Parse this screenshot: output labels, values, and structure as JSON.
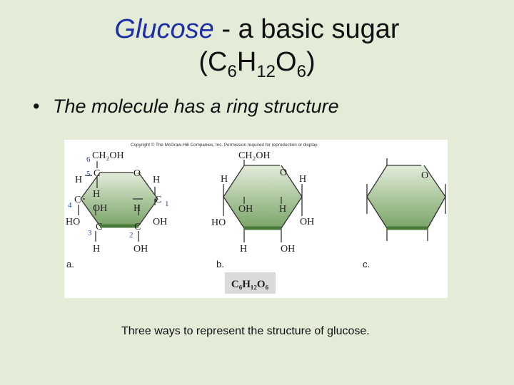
{
  "title": {
    "word": "Glucose",
    "rest": " - a basic sugar",
    "formula_open": "(C",
    "sub_c": "6",
    "h": "H",
    "sub_h": "12",
    "o": "O",
    "sub_o": "6",
    "formula_close": ")"
  },
  "bullet": {
    "marker": "•",
    "text": "The molecule has a ring structure"
  },
  "figure": {
    "copyright": "Copyright © The McGraw-Hill Companies, Inc. Permission required for reproduction or display.",
    "panel_a": {
      "letter": "a.",
      "ch2oh": "CH₂OH",
      "carbon_numbers": [
        "6",
        "5",
        "4",
        "3",
        "2",
        "1"
      ],
      "c": "C",
      "o": "O",
      "h": "H",
      "oh": "OH",
      "ho": "HO"
    },
    "panel_b": {
      "letter": "b.",
      "ch2oh": "CH₂OH",
      "o": "O",
      "h": "H",
      "oh": "OH",
      "ho": "HO",
      "formula": "C₆H₁₂O₆"
    },
    "panel_c": {
      "letter": "c.",
      "o": "O"
    },
    "colors": {
      "ring_fill": "#b4cca4",
      "ring_edge": "#5d8c4b",
      "numbers": "#2948a8"
    }
  },
  "caption": "Three ways to represent the structure of glucose."
}
